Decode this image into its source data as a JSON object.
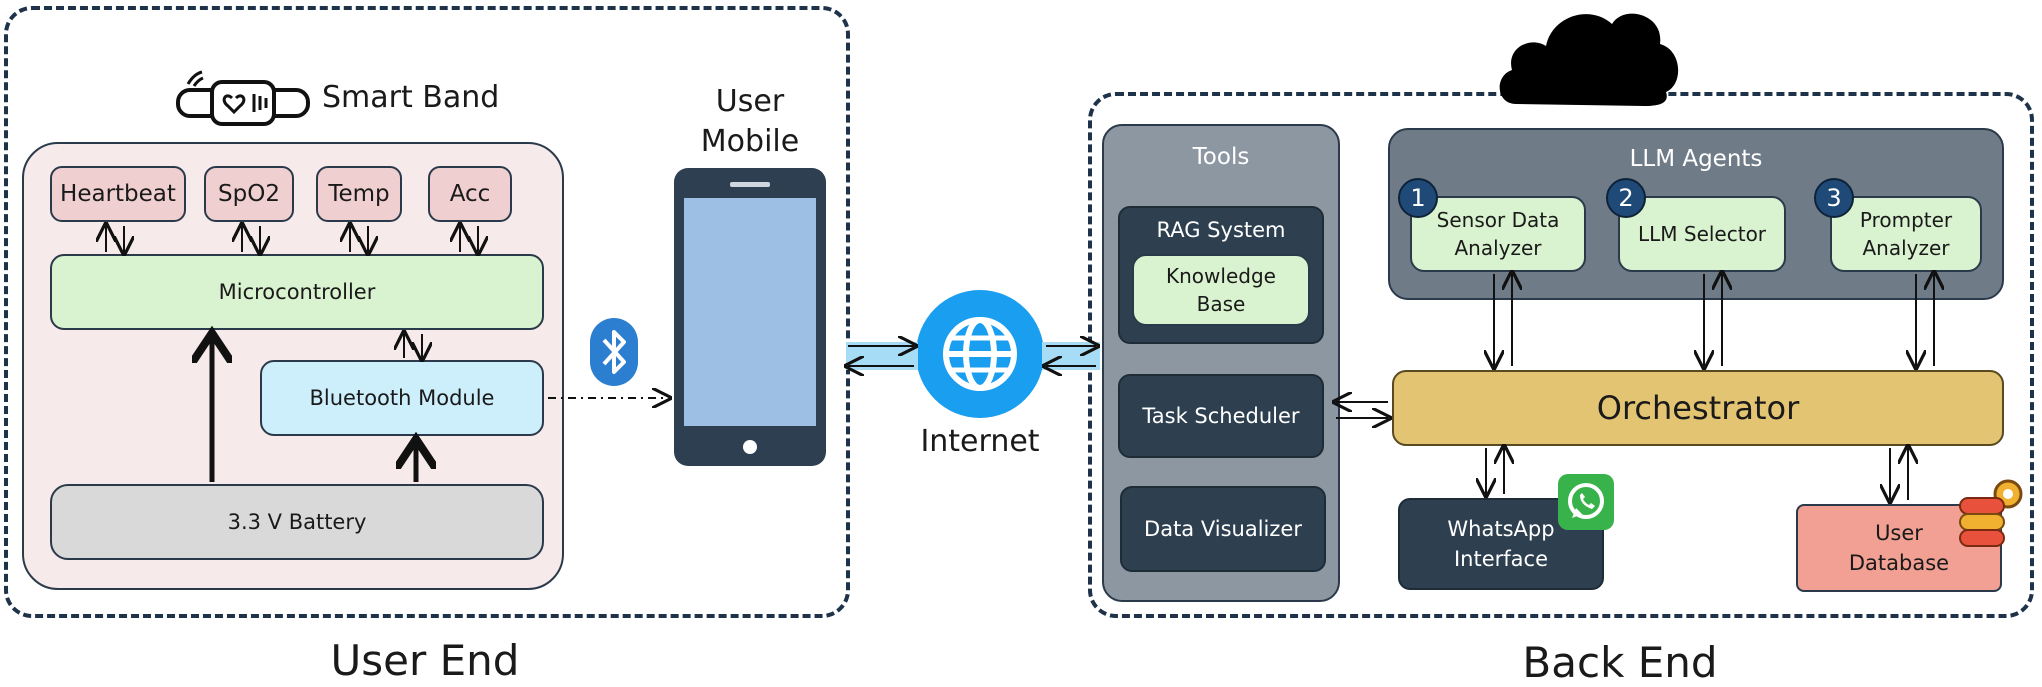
{
  "user_end": {
    "smart_band_label": "Smart Band",
    "mobile_label_line1": "User",
    "mobile_label_line2": "Mobile",
    "sensors": [
      "Heartbeat",
      "SpO2",
      "Temp",
      "Acc"
    ],
    "microcontroller": "Microcontroller",
    "bluetooth_module": "Bluetooth Module",
    "battery": "3.3 V Battery",
    "section_title": "User End"
  },
  "internet_label": "Internet",
  "back_end": {
    "section_title": "Back End",
    "tools": {
      "title": "Tools",
      "rag_title": "RAG System",
      "knowledge_line1": "Knowledge",
      "knowledge_line2": "Base",
      "task_scheduler": "Task Scheduler",
      "data_visualizer": "Data Visualizer"
    },
    "agents": {
      "title": "LLM Agents",
      "items": [
        {
          "num": "1",
          "line1": "Sensor Data",
          "line2": "Analyzer"
        },
        {
          "num": "2",
          "line1": "LLM Selector",
          "line2": ""
        },
        {
          "num": "3",
          "line1": "Prompter",
          "line2": "Analyzer"
        }
      ]
    },
    "orchestrator": "Orchestrator",
    "whatsapp_line1": "WhatsApp",
    "whatsapp_line2": "Interface",
    "userdb_line1": "User",
    "userdb_line2": "Database"
  },
  "colors": {
    "frame": "#1e3349",
    "internet_blue": "#1a9ef0",
    "bluetooth_blue": "#2c7fd0",
    "whatsapp_green": "#38b24a",
    "mobile_screen": "#9cbfe3"
  }
}
